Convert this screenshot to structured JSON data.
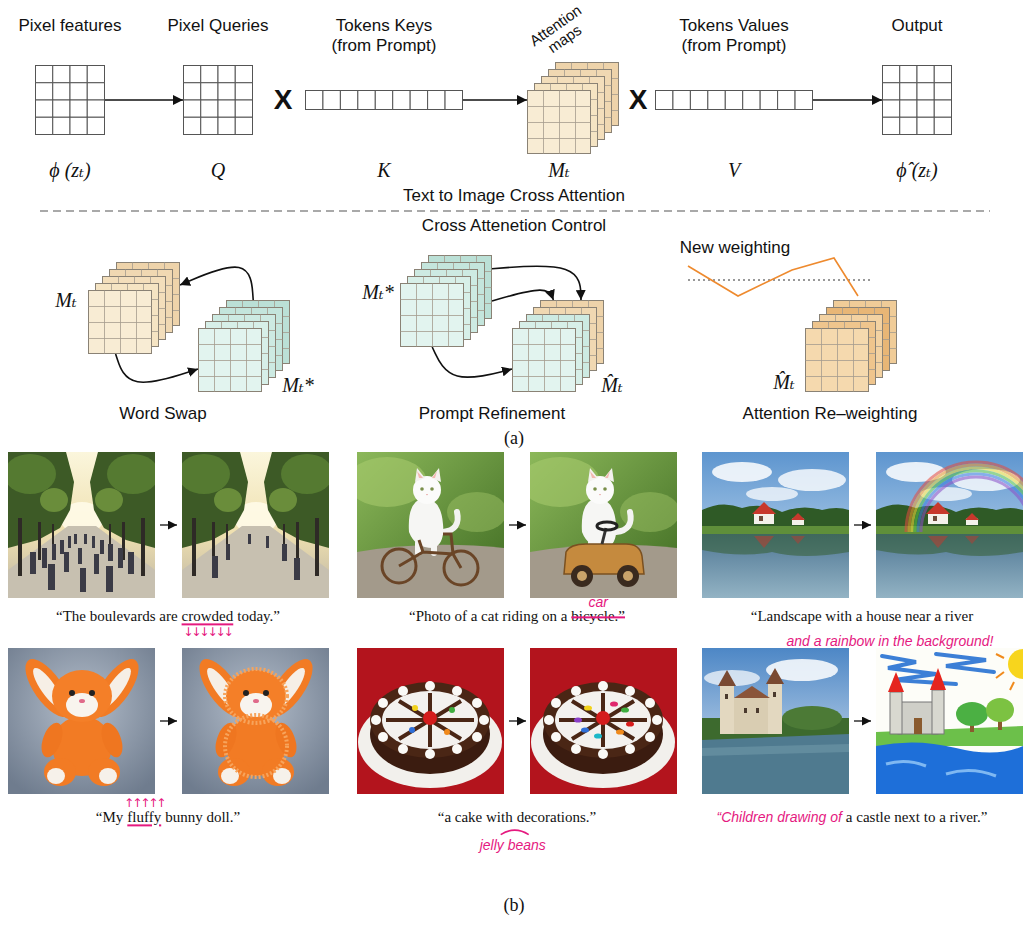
{
  "diagram": {
    "nodes": [
      {
        "text": [
          "Pixel features",
          "ϕ (zₜ)"
        ]
      },
      {
        "text": [
          "Pixel Queries",
          "Q"
        ]
      },
      {
        "text": [
          "Tokens Keys (from Prompt)",
          "K"
        ]
      },
      {
        "text": [
          "Attention maps",
          "Mₜ"
        ]
      },
      {
        "text": [
          "Tokens Values (from Prompt)",
          "V"
        ]
      },
      {
        "text": [
          "Output",
          "ϕ̂ (zₜ)"
        ]
      },
      {
        "text": [
          "Mₜ"
        ]
      },
      {
        "text": [
          "Mₜ*"
        ]
      },
      {
        "text": [
          "Mₜ*"
        ]
      },
      {
        "text": [
          "M̂ₜ"
        ]
      },
      {
        "text": [
          "M̂ₜ"
        ]
      }
    ],
    "edges": [
      {
        "from": 0,
        "to": 1,
        "arrow": "to"
      },
      {
        "from": 2,
        "to": 3,
        "arrow": "to"
      },
      {
        "from": 4,
        "to": 5,
        "arrow": "to"
      },
      {
        "from": 6,
        "to": 7,
        "arrow": "to"
      },
      {
        "from": 7,
        "to": 6,
        "arrow": "to"
      },
      {
        "from": 8,
        "to": 9,
        "arrow": "to"
      },
      {
        "from": 8,
        "to": 9,
        "arrow": "to"
      },
      {
        "from": 8,
        "to": 9,
        "arrow": "to"
      }
    ],
    "labels": [
      "X",
      "X",
      "Text to Image Cross Attention",
      "Cross Attenetion Control",
      "Word Swap",
      "Prompt Refinement",
      "New weighting",
      "Attention Re–weighting",
      "(a)",
      "“The boulevards are",
      "crowded",
      "today.”",
      "↓↓↓↓↓↓",
      "“Photo of a cat riding on a",
      "bicycle.”",
      "car",
      "“Landscape with a house near a river",
      "and a rainbow in the background!",
      "“My",
      "fluffy",
      "bunny doll.”",
      "↑↑↑↑↑",
      "“a cake with",
      "decorations.”",
      "jelly beans",
      "“Children drawing of",
      "a castle next to a river.”",
      "(b)"
    ]
  }
}
